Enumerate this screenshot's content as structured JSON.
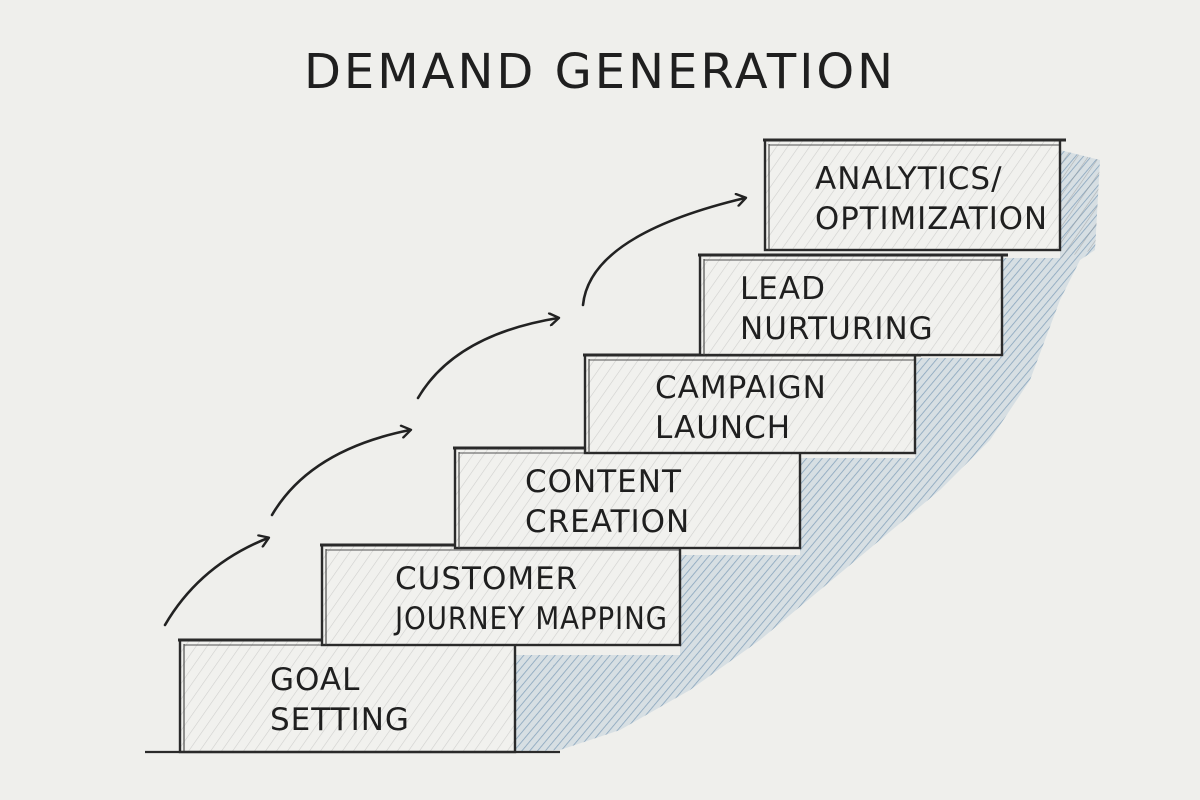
{
  "title": "DEMAND GENERATION",
  "steps": [
    {
      "line1": "GOAL",
      "line2": "SETTING"
    },
    {
      "line1": "CUSTOMER",
      "line2": "JOURNEY MAPPING"
    },
    {
      "line1": "CONTENT",
      "line2": "CREATION"
    },
    {
      "line1": "CAMPAIGN",
      "line2": "LAUNCH"
    },
    {
      "line1": "LEAD",
      "line2": "NURTURING"
    },
    {
      "line1": "ANALYTICS/",
      "line2": "OPTIMIZATION"
    }
  ],
  "colors": {
    "background": "#efefec",
    "ink": "#2a2a2a",
    "shadow_blue": "#6f93b3",
    "hatch": "#8a8a8a"
  },
  "icons": {
    "arrow": "curved-arrow-icon"
  }
}
